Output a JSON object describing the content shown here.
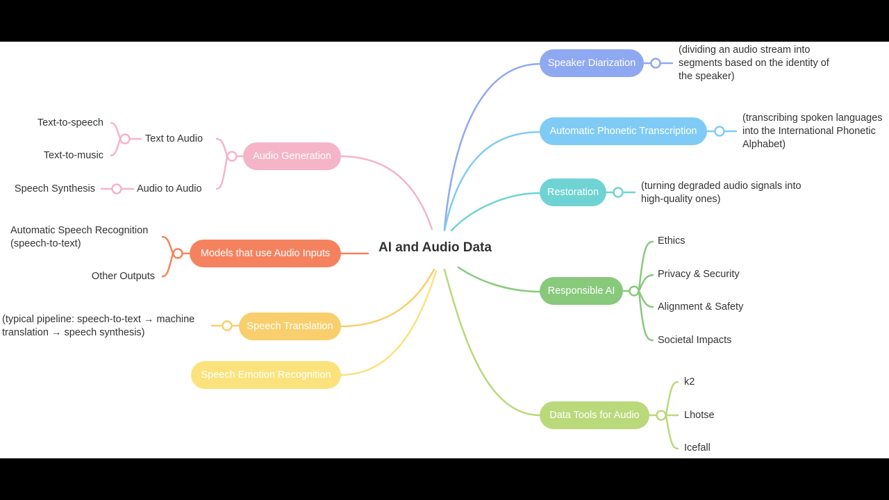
{
  "center": "AI and Audio Data",
  "branches": {
    "speaker_diarization": {
      "label": "Speaker Diarization",
      "note": [
        "(dividing an audio stream into",
        "segments based on the identity of",
        "the speaker)"
      ],
      "color": "#8fa8f2"
    },
    "phonetic": {
      "label": "Automatic Phonetic Transcription",
      "note": [
        "(transcribing spoken languages",
        "into the International Phonetic",
        "Alphabet)"
      ],
      "color": "#7fcbf5"
    },
    "restoration": {
      "label": "Restoration",
      "note": [
        "(turning degraded audio signals into",
        "high-quality ones)"
      ],
      "color": "#6fd3d3"
    },
    "responsible_ai": {
      "label": "Responsible AI",
      "children": [
        "Ethics",
        "Privacy & Security",
        "Alignment & Safety",
        "Societal Impacts"
      ],
      "color": "#88c97c"
    },
    "data_tools": {
      "label": "Data Tools for Audio",
      "children": [
        "k2",
        "Lhotse",
        "Icefall"
      ],
      "color": "#b9d97a"
    },
    "audio_generation": {
      "label": "Audio Generation",
      "color": "#f5b4c8",
      "text_to_audio": {
        "label": "Text to Audio",
        "children": [
          "Text-to-speech",
          "Text-to-music"
        ]
      },
      "audio_to_audio": {
        "label": "Audio to Audio",
        "children": [
          "Speech Synthesis"
        ]
      }
    },
    "audio_inputs": {
      "label": "Models that use Audio Inputs",
      "children": [
        [
          "Automatic Speech Recognition",
          "(speech-to-text)"
        ],
        [
          "Other Outputs"
        ]
      ],
      "color": "#f5825f"
    },
    "speech_translation": {
      "label": "Speech Translation",
      "note": [
        "(typical pipeline: speech-to-text → machine",
        "translation → speech synthesis)"
      ],
      "color": "#f8cf6c"
    },
    "emotion": {
      "label": "Speech Emotion Recognition",
      "color": "#fbe27c"
    }
  }
}
